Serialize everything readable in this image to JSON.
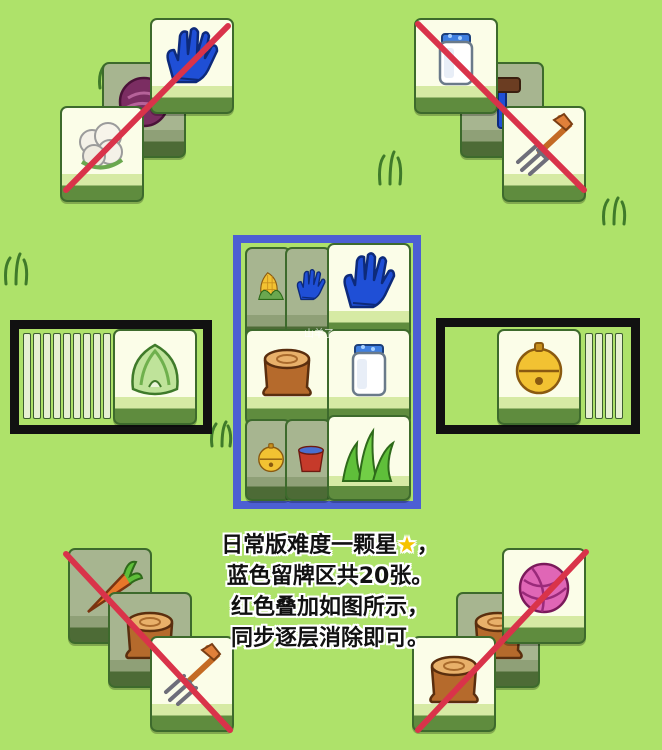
{
  "caption": {
    "line1": "日常版难度一颗星",
    "line1_suffix": "，",
    "line2": "蓝色留牌区共20张。",
    "line3": "红色叠加如图所示，",
    "line4": "同步逐层消除即可。"
  },
  "watermark": "山羊了",
  "colors": {
    "background": "#aee26a",
    "holding_area_border": "#4c5fd3",
    "cross_out": "#d9334a",
    "stack_frame": "#111111"
  },
  "tiles": {
    "top_left": [
      "cauliflower-icon",
      "cabbage-purple-icon",
      "glove-icon"
    ],
    "top_right": [
      "milk-bottle-icon",
      "hammer-icon",
      "pitchfork-icon"
    ],
    "left_stack": [
      "napa-cabbage-icon"
    ],
    "right_stack": [
      "bell-icon"
    ],
    "center": [
      "corn-icon",
      "glove-icon",
      "glove-icon",
      "tree-stump-icon",
      "milk-bottle-icon",
      "bell-icon",
      "bucket-icon",
      "grass-icon"
    ],
    "bottom_left": [
      "carrot-icon",
      "tree-stump-icon",
      "pitchfork-icon"
    ],
    "bottom_right": [
      "yarn-ball-icon",
      "tree-stump-icon",
      "tree-stump-icon"
    ]
  }
}
